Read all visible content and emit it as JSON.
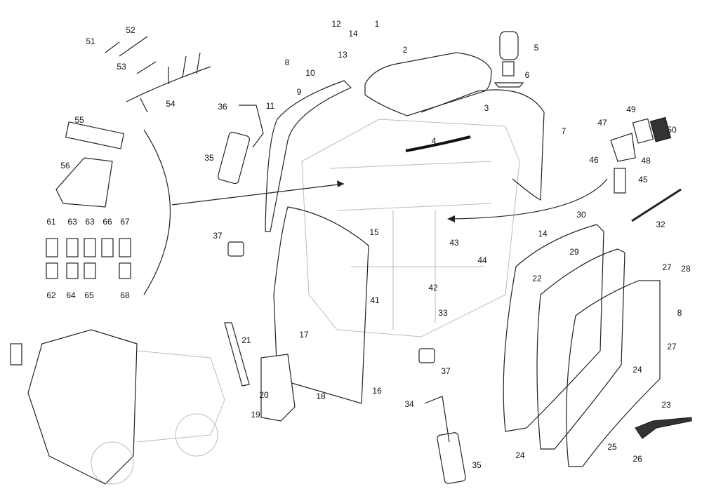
{
  "diagram": {
    "title": "Cab parts exploded view",
    "callouts": [
      "1",
      "2",
      "12",
      "14",
      "13",
      "8",
      "9",
      "10",
      "11",
      "36",
      "35",
      "5",
      "6",
      "3",
      "4",
      "7",
      "49",
      "47",
      "50",
      "48",
      "46",
      "45",
      "51",
      "52",
      "53",
      "54",
      "55",
      "56",
      "61",
      "63",
      "63",
      "66",
      "67",
      "62",
      "64",
      "65",
      "68",
      "37",
      "15",
      "30",
      "14",
      "32",
      "29",
      "43",
      "44",
      "42",
      "22",
      "27",
      "28",
      "8",
      "41",
      "33",
      "21",
      "17",
      "37",
      "27",
      "24",
      "20",
      "18",
      "16",
      "19",
      "34",
      "23",
      "35",
      "24",
      "25",
      "26"
    ]
  }
}
